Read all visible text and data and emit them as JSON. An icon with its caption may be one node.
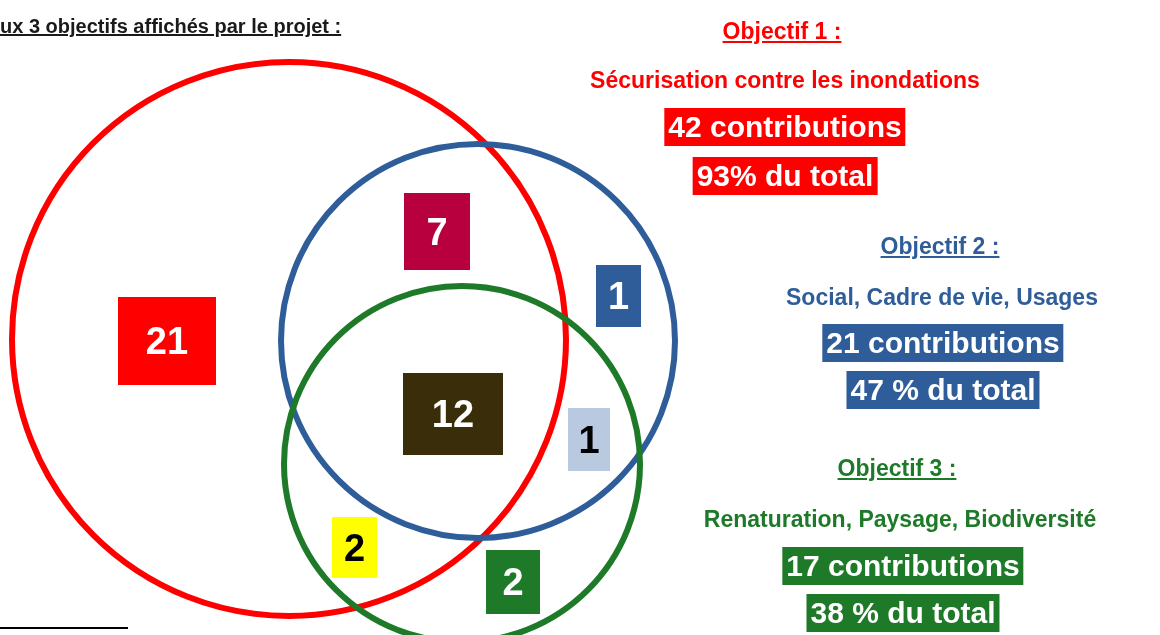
{
  "diagram": {
    "title": "ux 3 objectifs affichés par le projet :",
    "nodes": [
      {
        "text": [
          "7"
        ]
      },
      {
        "text": [
          "1"
        ]
      },
      {
        "text": [
          "21"
        ]
      },
      {
        "text": [
          "12"
        ]
      },
      {
        "text": [
          "1"
        ]
      },
      {
        "text": [
          "2"
        ]
      },
      {
        "text": [
          "2"
        ]
      }
    ],
    "labels": [
      "Objectif 1 :",
      "Sécurisation contre les inondations",
      "42 contributions",
      "93% du total",
      "Objectif 2 :",
      "Social, Cadre de vie, Usages",
      "21 contributions",
      "47 % du total",
      "Objectif 3 :",
      "Renaturation, Paysage, Biodiversité",
      "17 contributions",
      "38 % du total"
    ]
  }
}
